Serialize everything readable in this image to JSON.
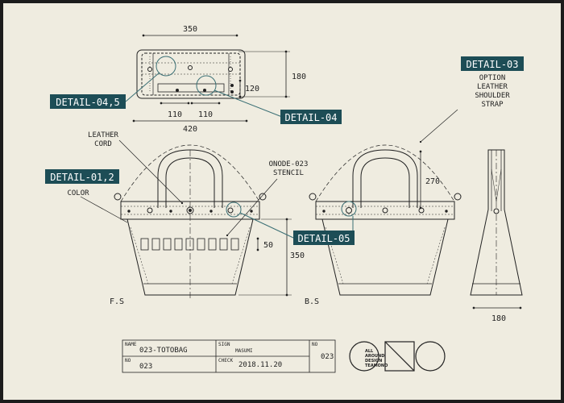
{
  "colors": {
    "paper": "#efece0",
    "ink": "#222222",
    "tag_fill": "#1d4d56",
    "tag_line": "#3a6f74"
  },
  "dimensions": {
    "top_width": "350",
    "top_height": "180",
    "pocket_height": "120",
    "left_spacing": "110",
    "right_spacing": "110",
    "bottom_width": "420",
    "handle_height": "270",
    "stencil_height": "50",
    "body_height": "350",
    "side_width": "180"
  },
  "detail_tags": {
    "d045": "DETAIL-04,5",
    "d04": "DETAIL-04",
    "d03": "DETAIL-03",
    "d012": "DETAIL-01,2",
    "d05": "DETAIL-05"
  },
  "notes": {
    "leather_cord": [
      "LEATHER",
      "CORD"
    ],
    "stencil": [
      "ONODE-023",
      "STENCIL"
    ],
    "option": [
      "OPTION",
      "LEATHER",
      "SHOULDER",
      "STRAP"
    ],
    "color": "COLOR"
  },
  "view_labels": {
    "front": "F.S",
    "back": "B.S"
  },
  "title_block": {
    "name_label": "NAME",
    "name_value": "023-TOTOBAG",
    "no_label": "NO",
    "no_value": "023",
    "sign_label": "SIGN",
    "sign_value": "MASUMI",
    "check_label": "CHECK",
    "check_value": "2018.11.20",
    "no2_label": "NO",
    "no2_value": "023"
  },
  "logo": {
    "lines": [
      "ALL",
      "AROUND",
      "DESIGN",
      "TEAMONO"
    ],
    "icon": "ono-logo-icon"
  }
}
